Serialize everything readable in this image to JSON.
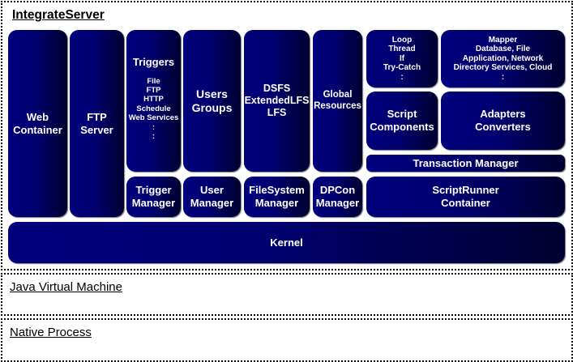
{
  "regions": {
    "integrate_server": "IntegrateServer",
    "jvm": "Java Virtual Machine",
    "native": "Native Process"
  },
  "components": {
    "web_container": "Web\nContainer",
    "ftp_server": "FTP\nServer",
    "triggers_title": "Triggers",
    "triggers_list": "File\nFTP\nHTTP\nSchedule\nWeb Services\n:\n:",
    "users_groups": "Users\nGroups",
    "filesystems": "DSFS\nExtendedLFS\nLFS",
    "global_resources": "Global\nResources",
    "script_features": "Loop\nThread\nIf\nTry-Catch\n:",
    "adapter_types": "Mapper\nDatabase, File\nApplication, Network\nDirectory Services, Cloud\n:",
    "script_components": "Script\nComponents",
    "adapters_converters": "Adapters\nConverters",
    "transaction_manager": "Transaction Manager",
    "trigger_manager": "Trigger\nManager",
    "user_manager": "User\nManager",
    "filesystem_manager": "FileSystem\nManager",
    "dpcon_manager": "DPCon\nManager",
    "scriptrunner_container": "ScriptRunner\nContainer",
    "kernel": "Kernel"
  }
}
